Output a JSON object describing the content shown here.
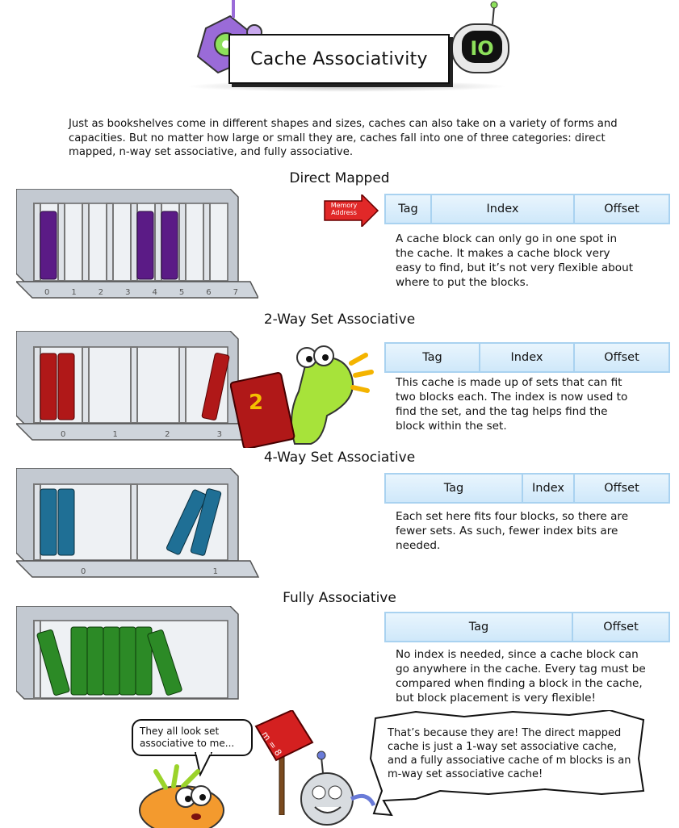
{
  "title": "Cache Associativity",
  "intro": "Just as bookshelves come in different shapes and sizes, caches can also take on a variety of forms and capacities. But no matter how large or small they are, caches fall into one of three categories: direct mapped, n-way set associative, and fully associative.",
  "memory_address_label": "Memory Address",
  "sections": [
    {
      "title": "Direct Mapped",
      "fields": [
        "Tag",
        "Index",
        "Offset"
      ],
      "description": "A cache block can only go in one spot in the cache. It makes a cache block very easy to find, but it’s not very flexible about where to put the blocks.",
      "slot_labels": [
        "0",
        "1",
        "2",
        "3",
        "4",
        "5",
        "6",
        "7"
      ]
    },
    {
      "title": "2-Way Set Associative",
      "fields": [
        "Tag",
        "Index",
        "Offset"
      ],
      "description": "This cache is made up of sets that can fit two blocks each. The index is now used to find the set, and the tag helps find the block within the set.",
      "slot_labels": [
        "0",
        "1",
        "2",
        "3"
      ],
      "book_label": "2"
    },
    {
      "title": "4-Way Set Associative",
      "fields": [
        "Tag",
        "Index",
        "Offset"
      ],
      "description": "Each set here fits four blocks, so there are fewer sets. As such, fewer index bits are needed.",
      "slot_labels": [
        "0",
        "1"
      ]
    },
    {
      "title": "Fully Associative",
      "fields": [
        "Tag",
        "Offset"
      ],
      "description": "No index is needed, since a cache block can go anywhere in the cache. Every tag must be compared when finding a block in the cache, but block placement is very flexible!"
    }
  ],
  "bubble_left": "They all look set associative to me...",
  "bubble_right": "That’s because they are! The direct mapped cache is just a 1-way set associative cache, and a fully associative cache of m blocks is an m-way set associative cache!",
  "sign_text": "m = 8",
  "robot_badge": "IO",
  "colors": {
    "purple_book": "#5b1b86",
    "red_book": "#b01818",
    "blue_book": "#1f6f95",
    "green_book": "#2c8a26",
    "field_fill": "#d8ecfb",
    "field_border": "#a9d2f0",
    "shelf": "#b8bfc8"
  }
}
